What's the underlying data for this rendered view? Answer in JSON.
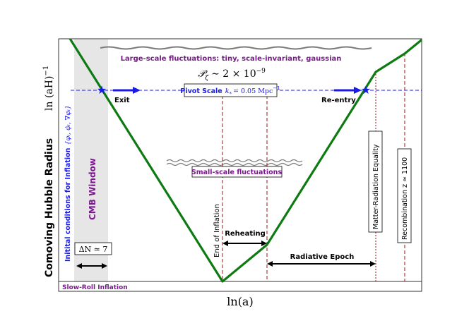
{
  "axes": {
    "xlabel": "ln(a)",
    "ylabel": "Comoving Hubble Radius",
    "ylabel_math": "ln (aH)",
    "ylabel_exp": "−1"
  },
  "labels": {
    "large_scale": "Large-scale fluctuations: tiny, scale-invariant, gaussian",
    "power_spectrum_sym": "𝒫",
    "power_spectrum_sub": "ζ",
    "power_spectrum_rest": "∼ 2 × 10",
    "power_spectrum_exp": "−9",
    "exit": "Exit",
    "reentry": "Re-entry",
    "pivot_scale_prefix": "Pivot Scale",
    "pivot_scale_k": "k",
    "pivot_scale_ksub": "*",
    "pivot_scale_value": "= 0.05 Mpc",
    "pivot_scale_exp": "−1",
    "initial_conditions_prefix": "Initital conditions for Inflation",
    "initial_conditions_vars": "{φᵢ, φ̇ᵢ, ∇φᵢ}",
    "cmb_window": "CMB Window",
    "delta_n": "ΔN ≃ 7",
    "small_scale": "Small-scale fluctuations",
    "end_of_inflation": "End of Inflation",
    "reheating": "Reheating",
    "radiative_epoch": "Radiative Epoch",
    "matter_radiation": "Matter-Radiation Equality",
    "recombination": "Recombination z ≃ 1100",
    "slow_roll": "Slow-Roll Inflation"
  },
  "colors": {
    "curve": "#0e7a12",
    "pivot": "#1a1ae6",
    "purple": "#7a1a8c",
    "dashed_red": "#b22222",
    "wave": "#7a7a7a",
    "window": "#e6e6e6",
    "frame": "#333333"
  }
}
